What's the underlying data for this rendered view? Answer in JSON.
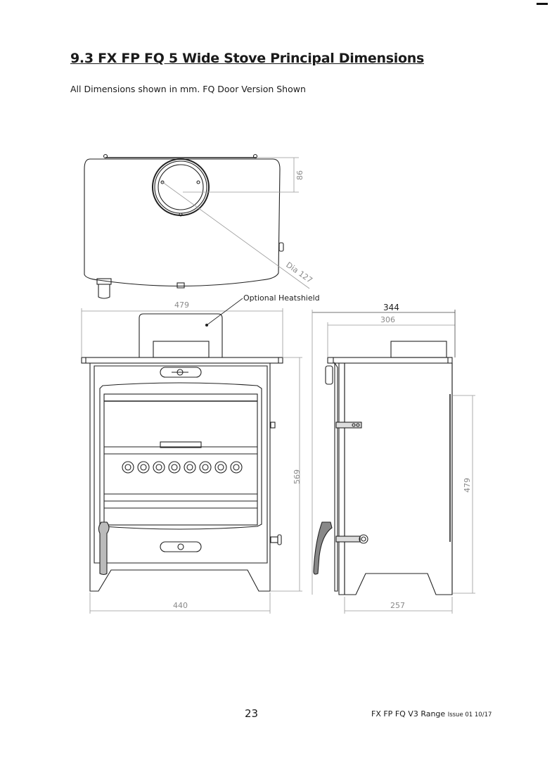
{
  "header": {
    "title": "9.3 FX FP FQ 5 Wide Stove Principal Dimensions",
    "subtitle": "All Dimensions shown in mm. FQ Door Version Shown"
  },
  "drawing": {
    "top_view": {
      "depth_dimension": "86",
      "flue_diameter": "Dia 127"
    },
    "front_view": {
      "callout": "Optional Heatshield",
      "overall_width": "479",
      "body_width": "440",
      "height": "569",
      "airwash_count": 8
    },
    "side_view": {
      "overall_depth": "344",
      "top_depth": "306",
      "body_depth": "257",
      "flue_height": "479"
    }
  },
  "footer": {
    "page_number": "23",
    "document": "FX FP FQ V3 Range",
    "issue": "Issue 01 10/17"
  }
}
